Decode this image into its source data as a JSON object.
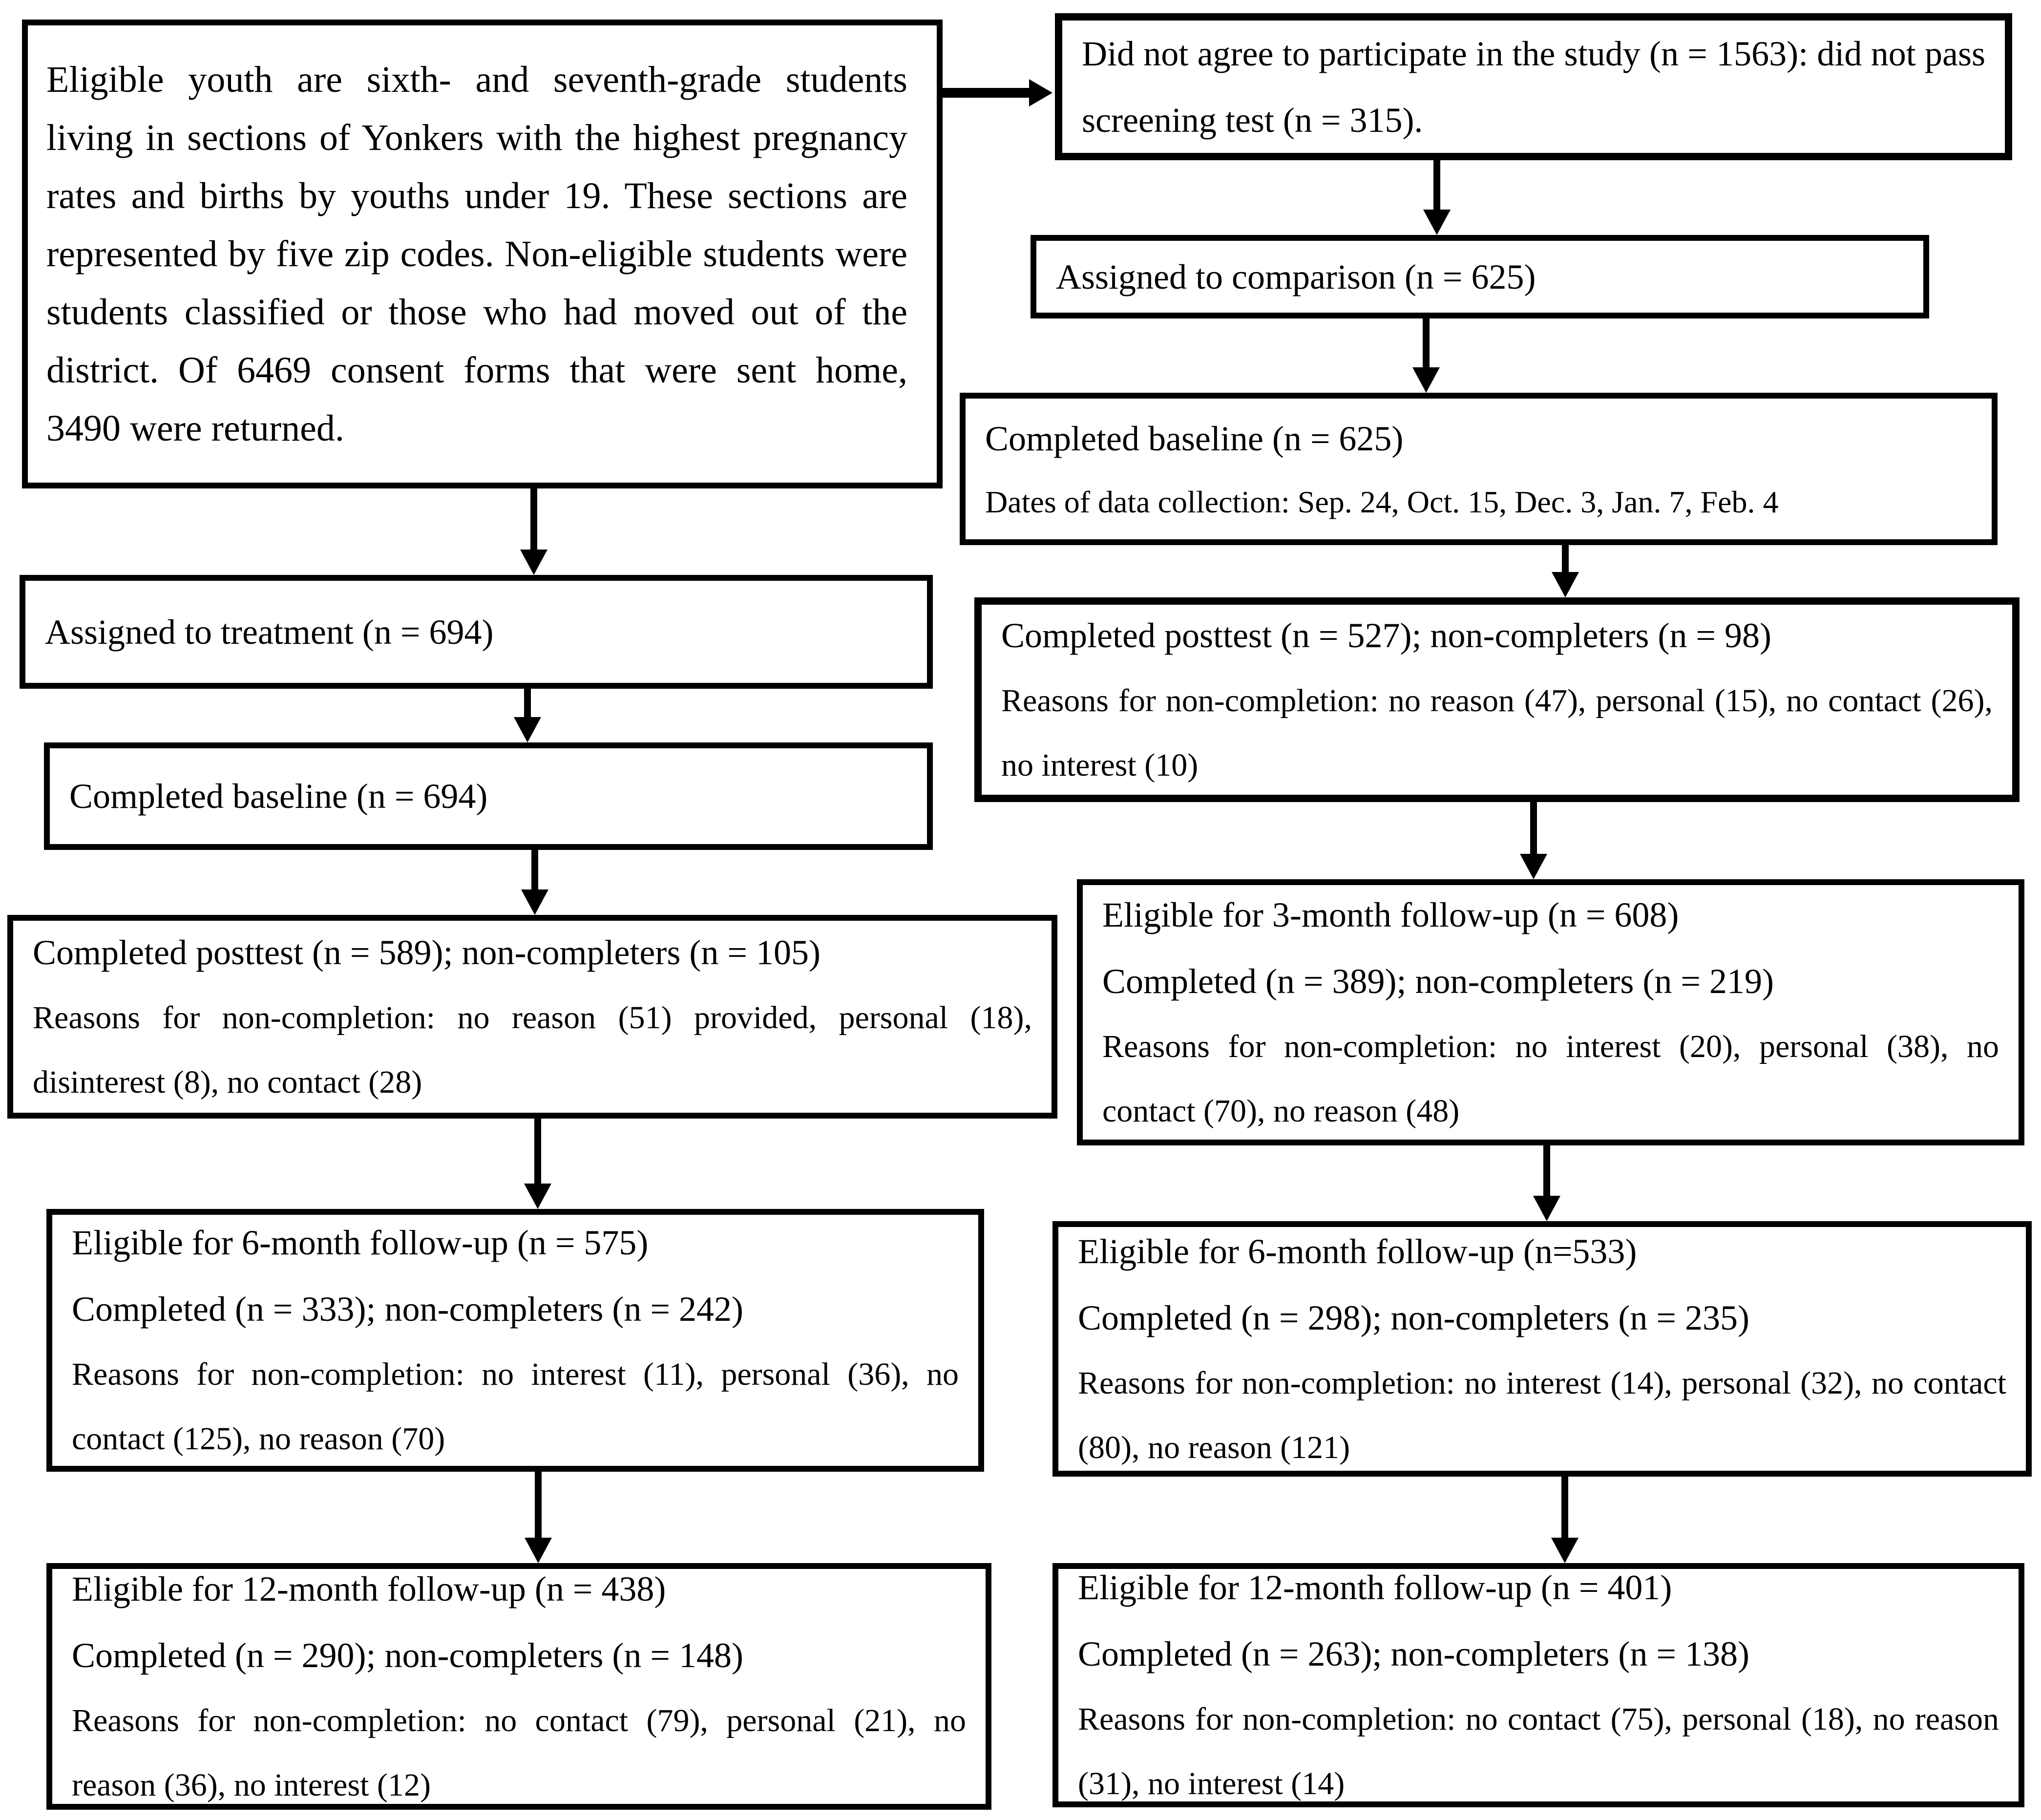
{
  "diagram": {
    "colors": {
      "ink": "#000000",
      "background": "#ffffff"
    },
    "left": {
      "eligibility_note": "Eligible youth are sixth- and seventh-grade students living in sections of Yonkers with the highest pregnancy rates and births by youths under 19. These sections are represented by five zip codes. Non-eligible students were students classified or those who had moved out of the district. Of 6469 consent forms that were sent home, 3490 were returned.",
      "assigned_treatment": "Assigned to treatment (n = 694)",
      "completed_baseline": "Completed baseline (n = 694)",
      "posttest": {
        "header": "Completed posttest (n = 589); non-completers (n = 105)",
        "reasons": "Reasons for non-completion: no reason (51) provided, personal (18), disinterest (8), no contact (28)"
      },
      "followup_6": {
        "header": "Eligible for 6-month follow-up (n = 575)",
        "completed": "Completed (n = 333); non-completers (n = 242)",
        "reasons": "Reasons for non-completion: no interest (11), personal (36), no contact (125), no reason (70)"
      },
      "followup_12": {
        "header": "Eligible for 12-month follow-up (n = 438)",
        "completed": "Completed (n = 290); non-completers (n = 148)",
        "reasons": "Reasons for non-completion: no contact (79), personal (21), no reason (36), no interest (12)"
      }
    },
    "right": {
      "did_not_agree": "Did not agree to participate in the study (n = 1563): did not pass screening test (n = 315).",
      "assigned_comparison": "Assigned to comparison (n = 625)",
      "completed_baseline": {
        "header": "Completed baseline (n = 625)",
        "dates": "Dates of data collection: Sep. 24, Oct. 15, Dec. 3, Jan. 7, Feb. 4"
      },
      "posttest": {
        "header": "Completed posttest (n = 527); non-completers (n = 98)",
        "reasons": "Reasons for non-completion: no reason (47), personal (15), no contact (26), no interest (10)"
      },
      "followup_3": {
        "header": "Eligible for 3-month follow-up (n = 608)",
        "completed": "Completed (n = 389); non-completers (n = 219)",
        "reasons": "Reasons for non-completion: no interest (20), personal (38), no contact (70), no reason (48)"
      },
      "followup_6": {
        "header": "Eligible for 6-month follow-up (n=533)",
        "completed": "Completed (n = 298); non-completers (n = 235)",
        "reasons": "Reasons for non-completion: no interest (14), personal (32), no contact (80), no reason (121)"
      },
      "followup_12": {
        "header": "Eligible for 12-month follow-up (n = 401)",
        "completed": "Completed (n = 263); non-completers (n = 138)",
        "reasons": "Reasons for non-completion: no contact (75), personal (18), no reason (31), no interest (14)"
      }
    }
  }
}
